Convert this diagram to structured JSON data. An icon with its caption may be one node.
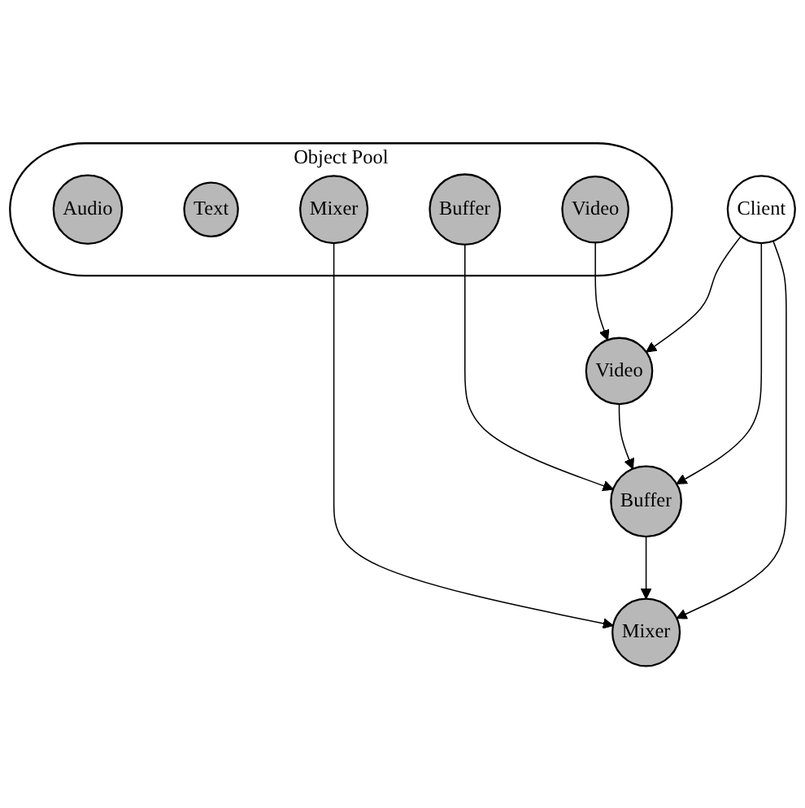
{
  "diagram": {
    "nodes": [
      {
        "text": [
          "Object Pool"
        ]
      },
      {
        "text": [
          "Audio"
        ],
        "in": 0
      },
      {
        "text": [
          "Text"
        ],
        "in": 0
      },
      {
        "text": [
          "Mixer"
        ],
        "in": 0
      },
      {
        "text": [
          "Video"
        ],
        "in": 0
      },
      {
        "text": [
          "Buffer"
        ],
        "in": 0
      },
      {
        "text": [
          "Video"
        ]
      },
      {
        "text": [
          "Buffer"
        ]
      },
      {
        "text": [
          "Mixer"
        ]
      },
      {
        "text": [
          "Client"
        ]
      }
    ],
    "edges": [
      {
        "from": 4,
        "to": 6,
        "arrow": "to"
      },
      {
        "from": 5,
        "to": 7,
        "arrow": "to"
      },
      {
        "from": 3,
        "to": 8,
        "arrow": "to"
      },
      {
        "from": 6,
        "to": 7,
        "arrow": "to"
      },
      {
        "from": 7,
        "to": 8,
        "arrow": "to"
      },
      {
        "from": 9,
        "to": 6,
        "arrow": "to"
      },
      {
        "from": 9,
        "to": 7,
        "arrow": "to"
      },
      {
        "from": 9,
        "to": 8,
        "arrow": "to"
      }
    ]
  }
}
